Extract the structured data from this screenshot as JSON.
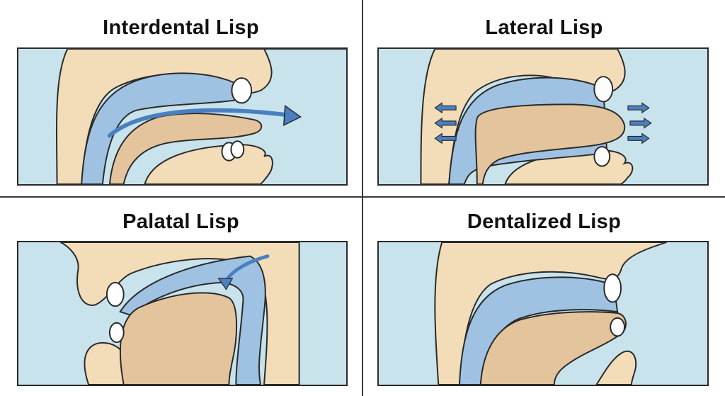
{
  "colors": {
    "background": "#c9e3ec",
    "skin": "#f3dcb8",
    "skin_shadow": "#dfc09a",
    "tongue": "#e3c49c",
    "airway": "#9fc2e2",
    "airflow_arrow": "#4a7fc0",
    "teeth": "#ffffff",
    "outline": "#2a2a2a"
  },
  "panels": [
    {
      "title": "Interdental Lisp"
    },
    {
      "title": "Lateral Lisp"
    },
    {
      "title": "Palatal Lisp"
    },
    {
      "title": "Dentalized Lisp"
    }
  ]
}
